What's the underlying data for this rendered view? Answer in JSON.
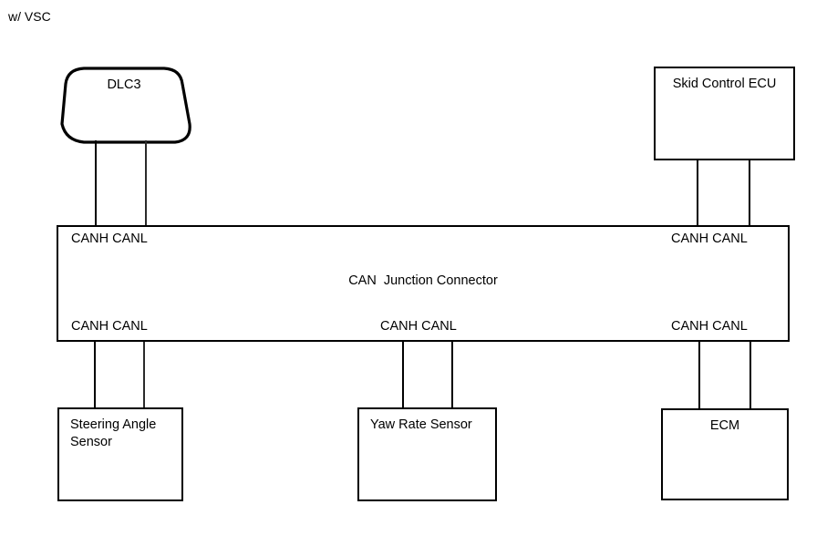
{
  "diagram": {
    "title": "w/ VSC",
    "type": "CAN communication bus wiring diagram"
  },
  "nodes": {
    "dlc3": {
      "label": "DLC3",
      "shape": "rounded-trapezoid"
    },
    "skid_control_ecu": {
      "label": "Skid Control ECU"
    },
    "junction": {
      "label": "CAN  Junction Connector"
    },
    "steering_angle_sensor": {
      "label": "Steering Angle\nSensor"
    },
    "yaw_rate_sensor": {
      "label": "Yaw Rate Sensor"
    },
    "ecm": {
      "label": "ECM"
    }
  },
  "ports": {
    "junction_top_left": {
      "canh": "CANH",
      "canl": "CANL",
      "text": "CANH CANL"
    },
    "junction_top_right": {
      "canh": "CANH",
      "canl": "CANL",
      "text": "CANH CANL"
    },
    "junction_bottom_left": {
      "canh": "CANH",
      "canl": "CANL",
      "text": "CANH CANL"
    },
    "junction_bottom_center": {
      "canh": "CANH",
      "canl": "CANL",
      "text": "CANH CANL"
    },
    "junction_bottom_right": {
      "canh": "CANH",
      "canl": "CANL",
      "text": "CANH CANL"
    }
  },
  "colors": {
    "line": "#000000",
    "background": "#ffffff",
    "text": "#000000"
  }
}
